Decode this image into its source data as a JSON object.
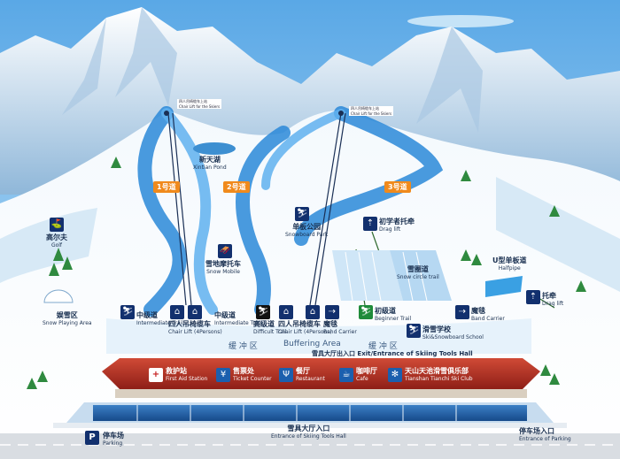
{
  "peaks": {
    "left": {
      "cn": "四人吊椅缆车上站",
      "en": "Chair Lift for the Skiers"
    },
    "right": {
      "cn": "四人吊椅缆车上站",
      "en": "Chair Lift for the Skiers"
    }
  },
  "trail_tags": [
    "1号道",
    "2号道",
    "3号道"
  ],
  "labels": {
    "xintian_pond": {
      "cn": "新天湖",
      "en": "Xintian Pond"
    },
    "snowboard_park": {
      "cn": "单板公园",
      "en": "Snowboard Park"
    },
    "drag_lift_beginner": {
      "cn": "初学者托牵",
      "en": "Drag lift"
    },
    "golf": {
      "cn": "高尔夫",
      "en": "Golf"
    },
    "snow_mobile": {
      "cn": "雪地摩托车",
      "en": "Snow Mobile"
    },
    "u_halfpipe": {
      "cn": "U型单板道",
      "en": "Halfpipe"
    },
    "snow_circle": {
      "cn": "雪圈道",
      "en": "Snow circle trail"
    },
    "drag_lift_right": {
      "cn": "托牵",
      "en": "Drag lift"
    },
    "snow_play": {
      "cn": "娱雪区",
      "en": "Snow Playing Area"
    },
    "intermediate_trail": {
      "cn": "中级道",
      "en": "Intermediate Trail"
    },
    "chair_lift_left": {
      "cn": "四人吊椅缆车",
      "en": "Chair Lift (4Persons)"
    },
    "intermediate_trail_2": {
      "cn": "中级道",
      "en": "Intermediate Trail"
    },
    "difficult_trail": {
      "cn": "高级道",
      "en": "Difficult Trail"
    },
    "chair_lift_right": {
      "cn": "四人吊椅缆车",
      "en": "Chair Lift (4Persons)"
    },
    "band_carrier_mid": {
      "cn": "魔毯",
      "en": "Band Carrier"
    },
    "beginner_trail": {
      "cn": "初级道",
      "en": "Beginner Trail"
    },
    "band_carrier_right": {
      "cn": "魔毯",
      "en": "Band Carrier"
    },
    "ski_school": {
      "cn": "滑雪学校",
      "en": "Ski&Snowboard School"
    }
  },
  "buffer": {
    "left": "缓 冲 区",
    "center": "Buffering Area",
    "right": "缓 冲 区"
  },
  "exit_label": "雪具大厅出入口 Exit/Entrance of Skiing Tools Hall",
  "lodge": [
    {
      "icon": "+",
      "cn": "救护站",
      "en": "First Aid Station"
    },
    {
      "icon": "¥",
      "cn": "售票处",
      "en": "Ticket Counter"
    },
    {
      "icon": "Ψ",
      "cn": "餐厅",
      "en": "Restaurant"
    },
    {
      "icon": "☕",
      "cn": "咖啡厅",
      "en": "Cafe"
    },
    {
      "icon": "✻",
      "cn": "天山天池滑雪俱乐部",
      "en": "Tianshan Tianchi Ski Club"
    }
  ],
  "entrance": {
    "cn": "雪具大厅入口",
    "en": "Entrance of Skiing Tools Hall"
  },
  "parking": {
    "cn": "停车场",
    "en": "Parking",
    "icon": "P"
  },
  "entrance_parking": {
    "cn": "停车场入口",
    "en": "Entrance of Parking"
  },
  "colors": {
    "sky": "#8ec7ee",
    "trail": "#2a88d8",
    "trail_tag": "#f08a1c",
    "lodge_roof": "#b42a22"
  }
}
